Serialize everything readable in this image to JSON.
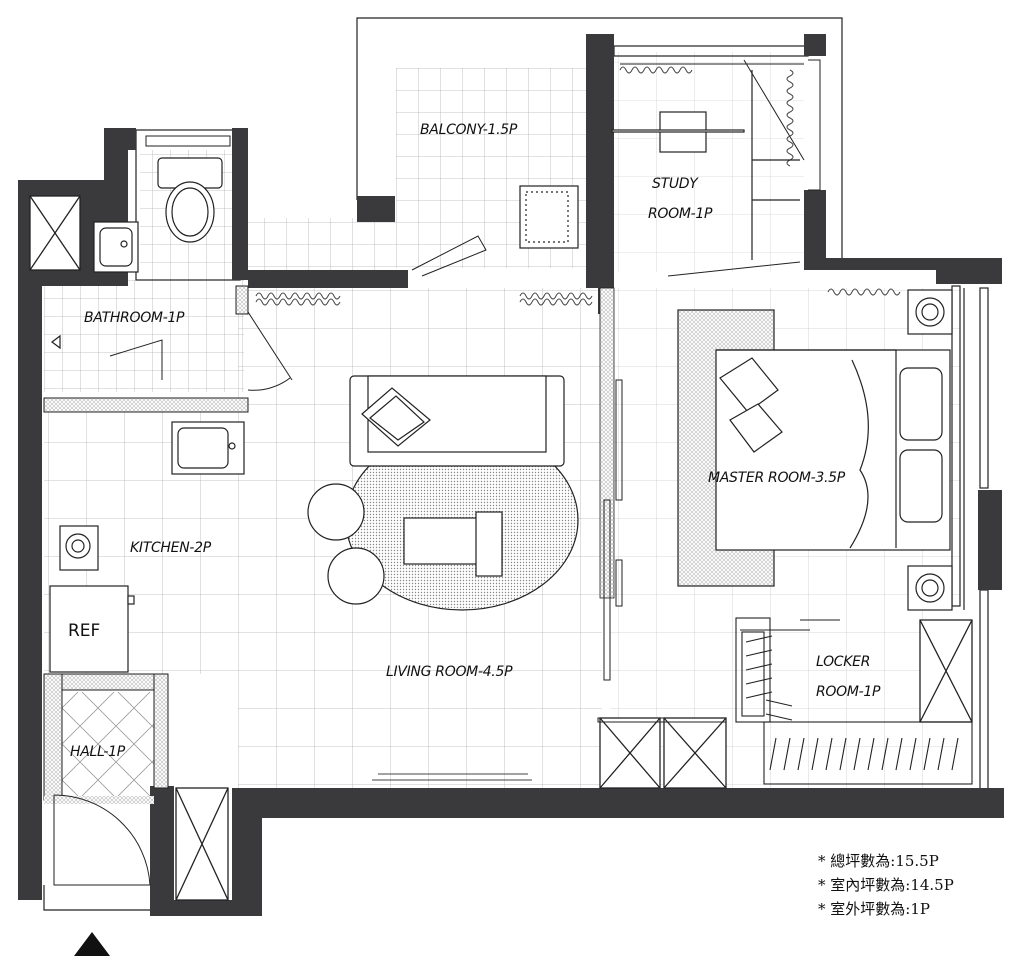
{
  "rooms": {
    "balcony": "BALCONY-1.5P",
    "study_line1": "STUDY",
    "study_line2": "ROOM-1P",
    "bathroom": "BATHROOM-1P",
    "kitchen": "KITCHEN-2P",
    "living": "LIVING ROOM-4.5P",
    "master": "MASTER ROOM-3.5P",
    "locker_line1": "LOCKER",
    "locker_line2": "ROOM-1P",
    "hall": "HALL-1P"
  },
  "fixtures": {
    "ref": "REF"
  },
  "notes": [
    "* 總坪數為:15.5P",
    "* 室內坪數為:14.5P",
    "* 室外坪數為:1P"
  ],
  "colors": {
    "wall": "#3a3a3c",
    "line": "#222222",
    "grid": "#9a9a9a"
  }
}
